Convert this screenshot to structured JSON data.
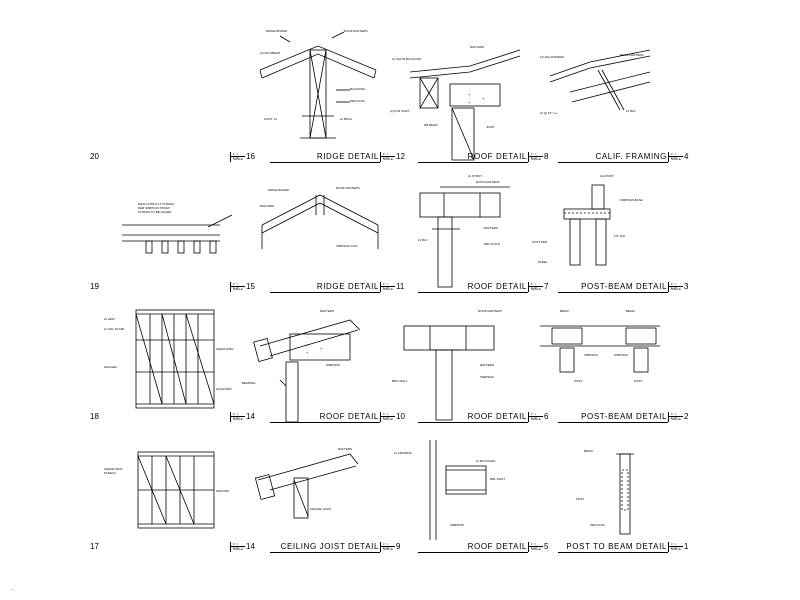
{
  "sheet": {
    "cells": [
      {
        "id": "r1c1",
        "number": "20",
        "title": ""
      },
      {
        "id": "r1c2",
        "number": "16",
        "title": ""
      },
      {
        "id": "r1c3",
        "number": "12",
        "title": "RIDGE DETAIL"
      },
      {
        "id": "r1c4",
        "number": "8",
        "title": "ROOF DETAIL"
      },
      {
        "id": "r1c5",
        "number": "4",
        "title": "CALIF. FRAMING"
      },
      {
        "id": "r2c1",
        "number": "19",
        "title": "DRAG STRUT DETAIL"
      },
      {
        "id": "r2c2",
        "number": "15",
        "title": ""
      },
      {
        "id": "r2c3",
        "number": "11",
        "title": "RIDGE DETAIL"
      },
      {
        "id": "r2c4",
        "number": "7",
        "title": "ROOF DETAIL"
      },
      {
        "id": "r2c5",
        "number": "3",
        "title": "POST-BEAM DETAIL"
      },
      {
        "id": "r3c1",
        "number": "18",
        "title": "SHEAR WALL DETAIL"
      },
      {
        "id": "r3c2",
        "number": "14",
        "title": ""
      },
      {
        "id": "r3c3",
        "number": "10",
        "title": "ROOF DETAIL"
      },
      {
        "id": "r3c4",
        "number": "6",
        "title": "ROOF DETAIL"
      },
      {
        "id": "r3c5",
        "number": "2",
        "title": "POST-BEAM DETAIL"
      },
      {
        "id": "r4c1",
        "number": "17",
        "title": "SHEAR WALL DETAIL"
      },
      {
        "id": "r4c2",
        "number": "14",
        "title": ""
      },
      {
        "id": "r4c3",
        "number": "9",
        "title": "CEILING JOIST DETAIL"
      },
      {
        "id": "r4c4",
        "number": "5",
        "title": "ROOF DETAIL"
      },
      {
        "id": "r4c5",
        "number": "1",
        "title": "POST TO BEAM DETAIL"
      }
    ],
    "scale_top": "1\" = 1'-0\"",
    "scale_bottom": "SCALE"
  }
}
